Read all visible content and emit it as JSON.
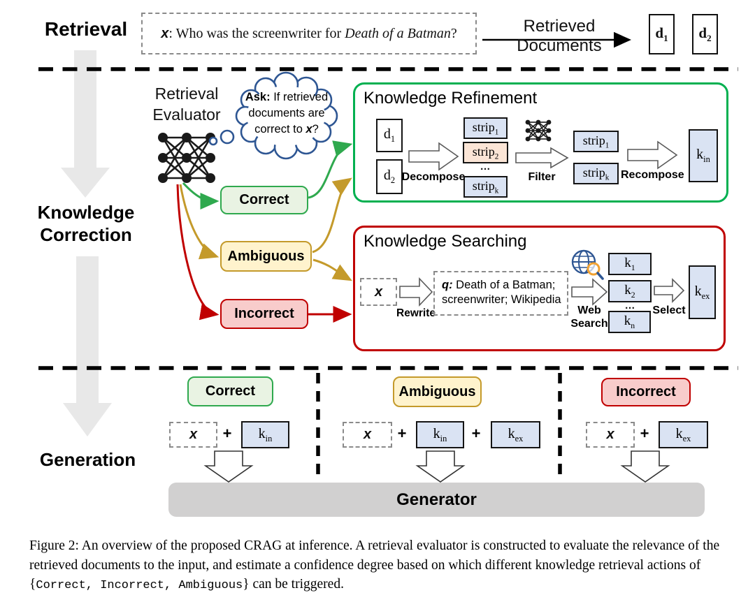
{
  "colors": {
    "correct_border": "#2fa94e",
    "correct_fill": "#e9f3e3",
    "ambiguous_border": "#c49a2b",
    "ambiguous_fill": "#fff3cd",
    "incorrect_border": "#c00000",
    "incorrect_fill": "#f8cccb",
    "refine_box_border": "#00b050",
    "search_box_border": "#c00000",
    "knowledge_fill": "#dae3f3",
    "strip_highlight_fill": "#fbe5d6",
    "bubble_stroke": "#2e5693",
    "generator_fill": "#d1d0d0",
    "flow_arrow_fill": "#e8e8e8"
  },
  "sections": {
    "retrieval_label": "Retrieval",
    "correction_label": "Knowledge Correction",
    "generation_label": "Generation"
  },
  "retrieval": {
    "input": {
      "x": "x",
      "text": ": Who was the screenwriter for ",
      "title_italic": "Death of a Batman",
      "suffix": "?"
    },
    "arrow_label": "Retrieved Documents",
    "docs": [
      {
        "base": "d",
        "sub": "1"
      },
      {
        "base": "d",
        "sub": "2"
      }
    ]
  },
  "evaluator": {
    "label_line1": "Retrieval",
    "label_line2": "Evaluator",
    "ask": {
      "bold": "Ask:",
      "line1_rest": " If retrieved",
      "line2": "documents are",
      "line3_pre": "correct to ",
      "x": "x",
      "suffix": "?"
    }
  },
  "decisions": {
    "correct": "Correct",
    "ambiguous": "Ambiguous",
    "incorrect": "Incorrect"
  },
  "refinement": {
    "title": "Knowledge Refinement",
    "doc1": {
      "base": "d",
      "sub": "1"
    },
    "doc2": {
      "base": "d",
      "sub": "2"
    },
    "decompose_label": "Decompose",
    "strips": [
      {
        "base": "strip",
        "sub": "1"
      },
      {
        "base": "strip",
        "sub": "2"
      },
      {
        "base": "strip",
        "sub": "k"
      }
    ],
    "dots": "…",
    "filter_label": "Filter",
    "filtered": [
      {
        "base": "strip",
        "sub": "1"
      },
      {
        "base": "strip",
        "sub": "k"
      }
    ],
    "recompose_label": "Recompose",
    "output": {
      "base": "k",
      "sub": "in"
    }
  },
  "searching": {
    "title": "Knowledge Searching",
    "x": "x",
    "rewrite_label": "Rewrite",
    "query": {
      "q": "q:",
      "line1": " Death of a Batman;",
      "line2": "screenwriter; Wikipedia"
    },
    "web_label_line1": "Web",
    "web_label_line2": "Search",
    "results": [
      {
        "base": "k",
        "sub": "1"
      },
      {
        "base": "k",
        "sub": "2"
      },
      {
        "base": "k",
        "sub": "n"
      }
    ],
    "dots": "…",
    "select_label": "Select",
    "output": {
      "base": "k",
      "sub": "ex"
    }
  },
  "generation": {
    "badges": {
      "correct": "Correct",
      "ambiguous": "Ambiguous",
      "incorrect": "Incorrect"
    },
    "x": "x",
    "plus": "+",
    "kin": {
      "base": "k",
      "sub": "in"
    },
    "kex": {
      "base": "k",
      "sub": "ex"
    },
    "generator_label": "Generator"
  },
  "caption": {
    "part1": "Figure 2: An overview of the proposed CRAG at inference. A retrieval evaluator is constructed to evaluate the relevance of the retrieved documents to the input, and estimate a confidence degree based on which different knowledge retrieval actions of {",
    "mono": "Correct, Incorrect, Ambiguous",
    "part2": "} can be triggered."
  }
}
